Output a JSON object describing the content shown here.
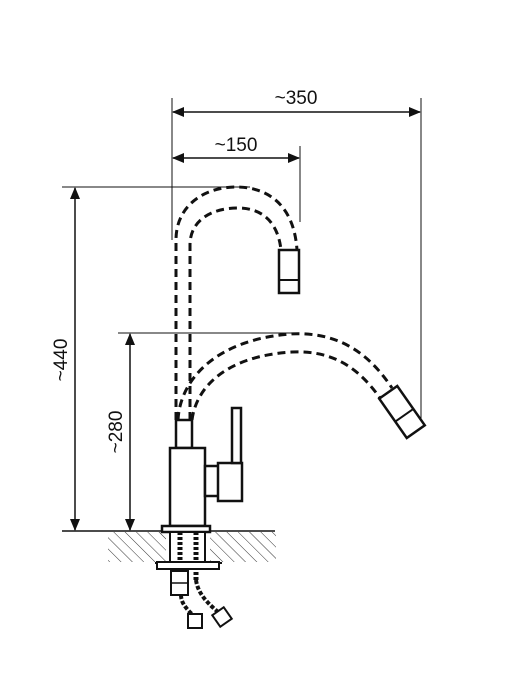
{
  "diagram": {
    "dimensions": {
      "total_reach": "~350",
      "spout_offset": "~150",
      "total_height": "~440",
      "spout_height": "~280"
    }
  },
  "colors": {
    "line": "#111111",
    "hatch": "#333333",
    "background": "#ffffff"
  }
}
